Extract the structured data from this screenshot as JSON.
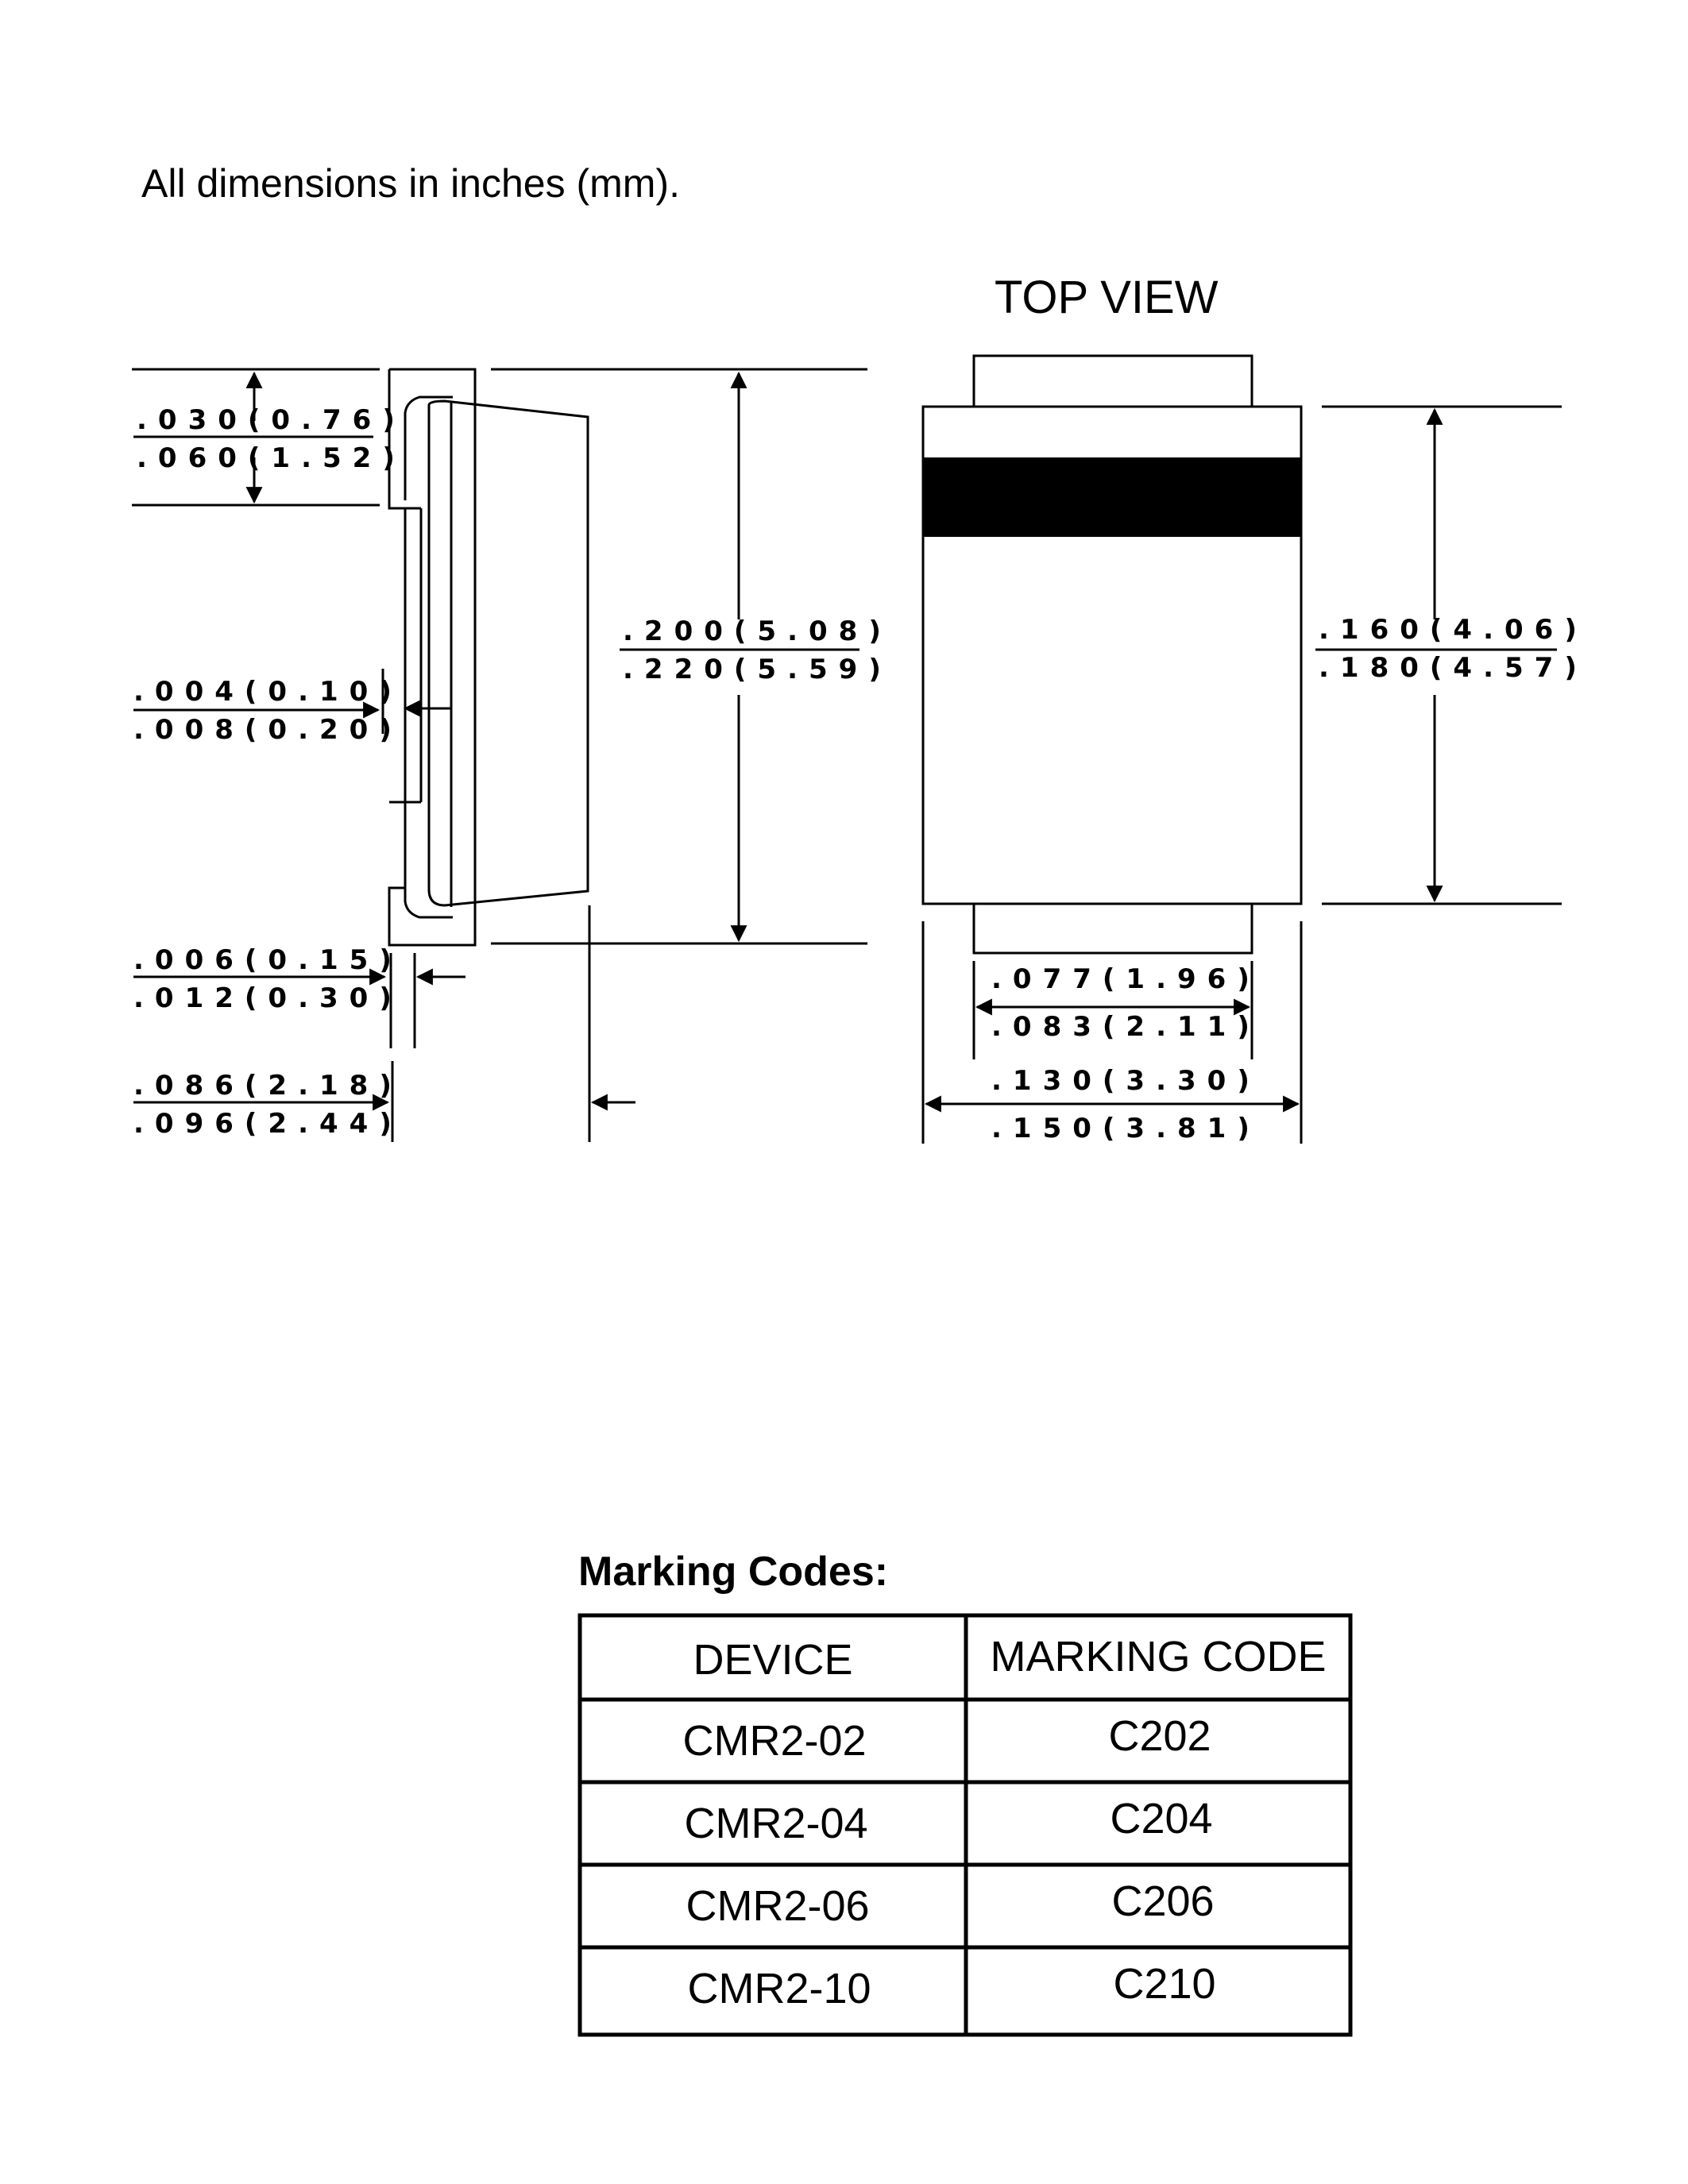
{
  "note": "All dimensions in inches (mm).",
  "top_view_title": "TOP VIEW",
  "dims": {
    "lead_thickness_min": ".030(0.76)",
    "lead_thickness_max": ".060(1.52)",
    "standoff_min": ".004(0.10)",
    "standoff_max": ".008(0.20)",
    "lead_gap_min": ".006(0.15)",
    "lead_gap_max": ".012(0.30)",
    "height_min": ".086(2.18)",
    "height_max": ".096(2.44)",
    "length_min": ".200(5.08)",
    "length_max": ".220(5.59)",
    "body_length_min": ".160(4.06)",
    "body_length_max": ".180(4.57)",
    "lead_width_min": ".077(1.96)",
    "lead_width_max": ".083(2.11)",
    "body_width_min": ".130(3.30)",
    "body_width_max": ".150(3.81)"
  },
  "marking": {
    "heading": "Marking Codes:",
    "headers": [
      "DEVICE",
      "MARKING CODE"
    ],
    "rows": [
      [
        "CMR2-02",
        "C202"
      ],
      [
        "CMR2-04",
        "C204"
      ],
      [
        "CMR2-06",
        "C206"
      ],
      [
        "CMR2-10",
        "C210"
      ]
    ]
  }
}
